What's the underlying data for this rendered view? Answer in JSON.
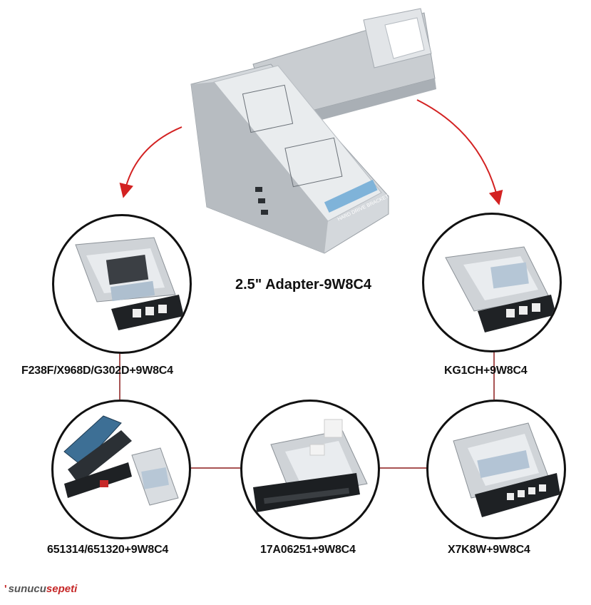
{
  "main_adapter": {
    "label": "2.5\" Adapter-9W8C4",
    "sticker_text": "HARD DRIVE BRACKET"
  },
  "kits": [
    {
      "label": "F238F/X968D/G302D+9W8C4"
    },
    {
      "label": "KG1CH+9W8C4"
    },
    {
      "label": "651314/651320+9W8C4"
    },
    {
      "label": "17A06251+9W8C4"
    },
    {
      "label": "X7K8W+9W8C4"
    }
  ],
  "brand": {
    "part1": "sunucu",
    "part2": "sepeti"
  },
  "colors": {
    "arrow": "#d32222",
    "connector": "#8b1a1a",
    "circle_border": "#111111"
  }
}
